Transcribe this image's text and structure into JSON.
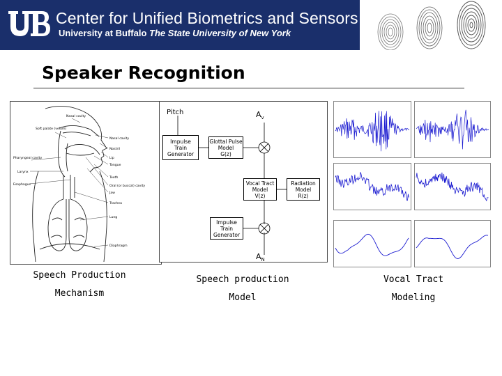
{
  "header": {
    "center_title": "Center for Unified Biometrics and Sensors",
    "university": "University at Buffalo",
    "university_suffix": "The State University of New York",
    "brand_blue": "#1a2f6b"
  },
  "slide": {
    "title": "Speaker Recognition"
  },
  "mechanism": {
    "caption_line1": "Speech Production",
    "caption_line2": "Mechanism",
    "labels": {
      "nasal_cavity_top": "Nasal cavity",
      "soft_palate": "Soft palate (velum)",
      "nasal_cavity": "Nasal cavity",
      "nostril": "Nostril",
      "lip": "Lip",
      "tongue": "Tongue",
      "pharyngeal": "Pharyngeal cavity",
      "larynx": "Larynx",
      "teeth": "Teeth",
      "esophagus": "Esophagus",
      "oral_cavity": "Oral (or buccal) cavity",
      "jaw": "Jaw",
      "trachea": "Trachea",
      "lung": "Lung",
      "diaphragm": "Diaphragm"
    }
  },
  "model": {
    "caption_line1": "Speech production",
    "caption_line2": "Model",
    "pitch": "Pitch",
    "av": "A",
    "av_sub": "v",
    "an": "A",
    "an_sub": "N",
    "impulse_gen": [
      "Impulse",
      "Train",
      "Generator"
    ],
    "glottal": [
      "Glottal Pulse",
      "Model",
      "G(z)"
    ],
    "vocal": [
      "Vocal Tract",
      "Model",
      "V(z)"
    ],
    "radiation": [
      "Radiation",
      "Model",
      "R(z)"
    ],
    "noise_gen": [
      "Impulse",
      "Train",
      "Generator"
    ]
  },
  "tract": {
    "caption_line1": "Vocal Tract",
    "caption_line2": "Modeling"
  },
  "colors": {
    "wave": "#1a1ad0"
  }
}
